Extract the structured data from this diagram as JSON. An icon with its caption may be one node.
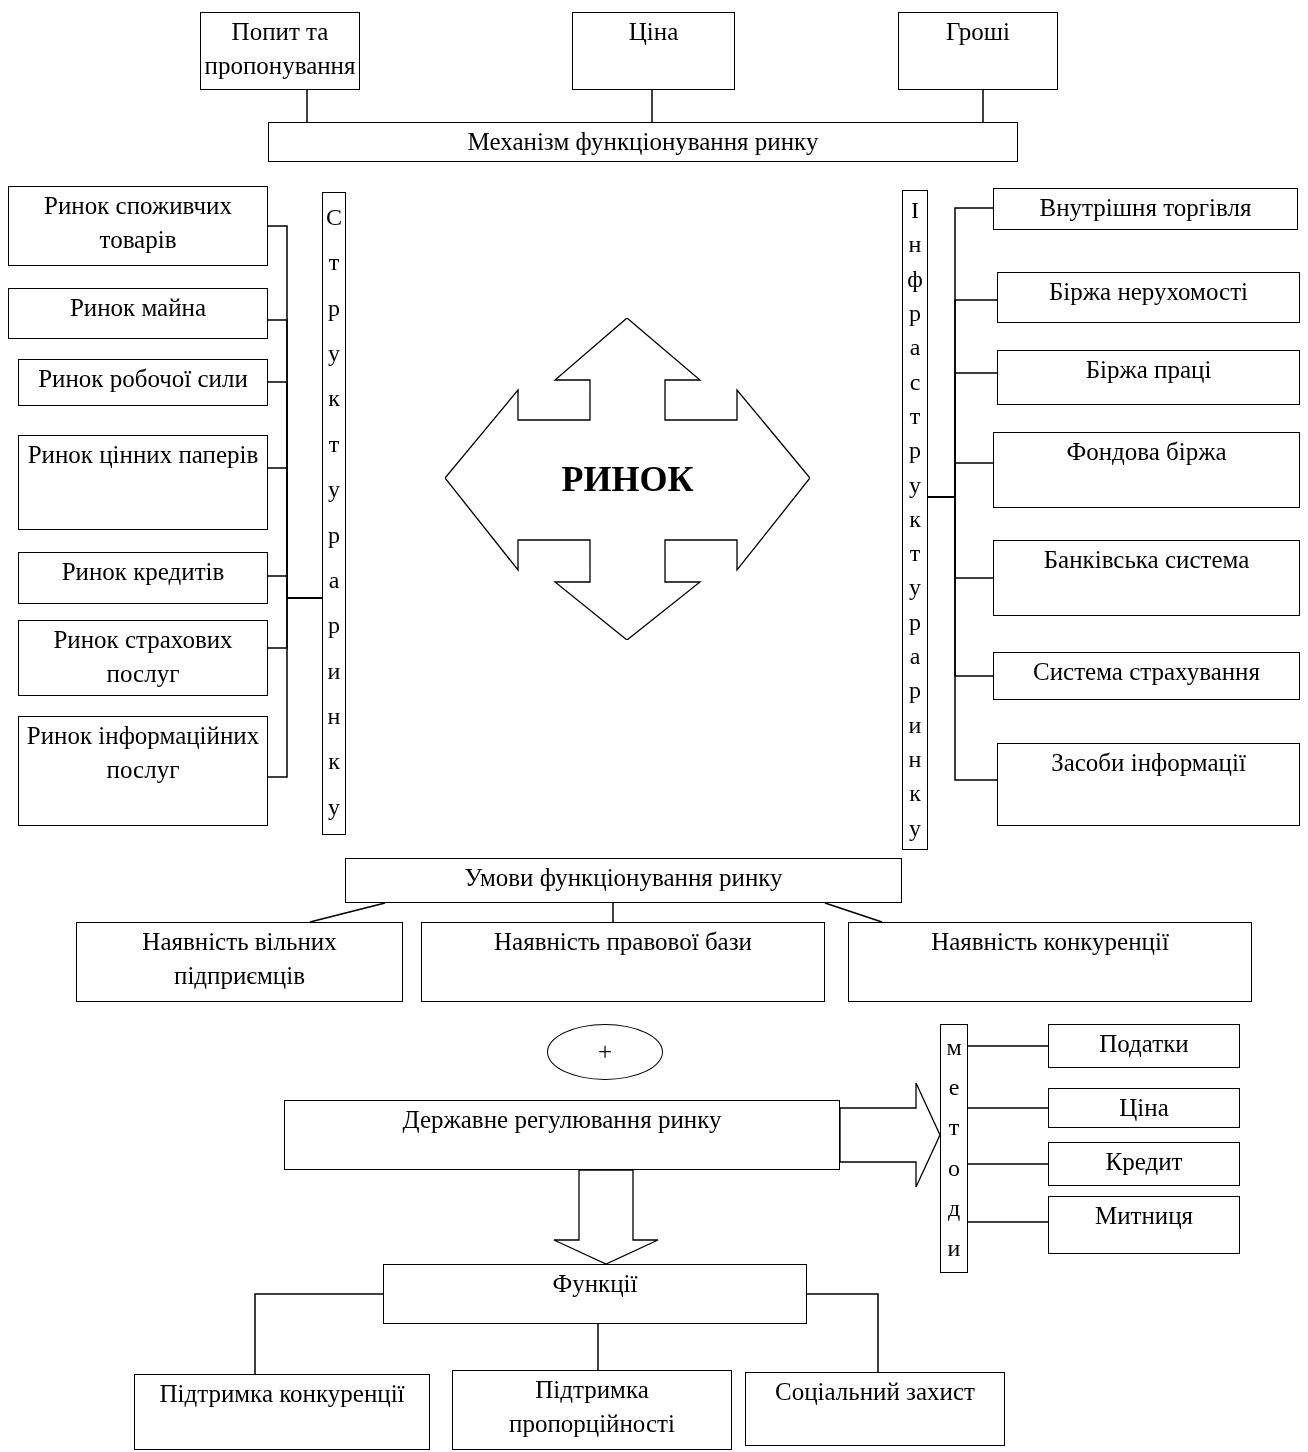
{
  "diagram": {
    "nodes": [
      {
        "text": [
          "Попит та пропонування"
        ]
      },
      {
        "text": [
          "Ціна"
        ]
      },
      {
        "text": [
          "Гроші"
        ]
      },
      {
        "text": [
          "Механізм функціонування ринку"
        ]
      },
      {
        "text": [
          "Структура ринку"
        ]
      },
      {
        "text": [
          "Ринок споживчих товарів"
        ]
      },
      {
        "text": [
          "Ринок майна"
        ]
      },
      {
        "text": [
          "Ринок робочої сили"
        ]
      },
      {
        "text": [
          "Ринок цінних паперів"
        ]
      },
      {
        "text": [
          "Ринок кредитів"
        ]
      },
      {
        "text": [
          "Ринок страхових послуг"
        ]
      },
      {
        "text": [
          "Ринок інформаційних послуг"
        ]
      },
      {
        "text": [
          "РИНОК"
        ]
      },
      {
        "text": [
          "Інфраструктура ринку"
        ]
      },
      {
        "text": [
          "Внутрішня торгівля"
        ]
      },
      {
        "text": [
          "Біржа нерухомості"
        ]
      },
      {
        "text": [
          "Біржа праці"
        ]
      },
      {
        "text": [
          "Фондова біржа"
        ]
      },
      {
        "text": [
          "Банківська система"
        ]
      },
      {
        "text": [
          "Система страхування"
        ]
      },
      {
        "text": [
          "Засоби інформації"
        ]
      },
      {
        "text": [
          "Умови функціонування ринку"
        ]
      },
      {
        "text": [
          "Наявність вільних підприємців"
        ]
      },
      {
        "text": [
          "Наявність правової бази"
        ]
      },
      {
        "text": [
          "Наявність конкуренції"
        ]
      },
      {
        "text": [
          "+"
        ]
      },
      {
        "text": [
          "Державне регулювання ринку"
        ]
      },
      {
        "text": [
          "методи"
        ]
      },
      {
        "text": [
          "Податки"
        ]
      },
      {
        "text": [
          "Ціна"
        ]
      },
      {
        "text": [
          "Кредит"
        ]
      },
      {
        "text": [
          "Митниця"
        ]
      },
      {
        "text": [
          "Функції"
        ]
      },
      {
        "text": [
          "Підтримка конкуренції"
        ]
      },
      {
        "text": [
          "Підтримка пропорційності"
        ]
      },
      {
        "text": [
          "Соціальний захист"
        ]
      }
    ],
    "edges": [
      {
        "from": 0,
        "to": 3,
        "arrow": "none"
      },
      {
        "from": 1,
        "to": 3,
        "arrow": "none"
      },
      {
        "from": 2,
        "to": 3,
        "arrow": "none"
      },
      {
        "from": 5,
        "to": 4,
        "arrow": "none"
      },
      {
        "from": 6,
        "to": 4,
        "arrow": "none"
      },
      {
        "from": 7,
        "to": 4,
        "arrow": "none"
      },
      {
        "from": 8,
        "to": 4,
        "arrow": "none"
      },
      {
        "from": 9,
        "to": 4,
        "arrow": "none"
      },
      {
        "from": 10,
        "to": 4,
        "arrow": "none"
      },
      {
        "from": 11,
        "to": 4,
        "arrow": "none"
      },
      {
        "from": 13,
        "to": 14,
        "arrow": "none"
      },
      {
        "from": 13,
        "to": 15,
        "arrow": "none"
      },
      {
        "from": 13,
        "to": 16,
        "arrow": "none"
      },
      {
        "from": 13,
        "to": 17,
        "arrow": "none"
      },
      {
        "from": 13,
        "to": 18,
        "arrow": "none"
      },
      {
        "from": 13,
        "to": 19,
        "arrow": "none"
      },
      {
        "from": 13,
        "to": 20,
        "arrow": "none"
      },
      {
        "from": 21,
        "to": 22,
        "arrow": "none"
      },
      {
        "from": 21,
        "to": 23,
        "arrow": "none"
      },
      {
        "from": 21,
        "to": 24,
        "arrow": "none"
      },
      {
        "from": 26,
        "to": 27,
        "arrow": "to",
        "style": "thick"
      },
      {
        "from": 27,
        "to": 28,
        "arrow": "none"
      },
      {
        "from": 27,
        "to": 29,
        "arrow": "none"
      },
      {
        "from": 27,
        "to": 30,
        "arrow": "none"
      },
      {
        "from": 27,
        "to": 31,
        "arrow": "none"
      },
      {
        "from": 26,
        "to": 32,
        "arrow": "to",
        "style": "thick"
      },
      {
        "from": 32,
        "to": 33,
        "arrow": "none"
      },
      {
        "from": 32,
        "to": 34,
        "arrow": "none"
      },
      {
        "from": 32,
        "to": 35,
        "arrow": "none"
      }
    ]
  }
}
